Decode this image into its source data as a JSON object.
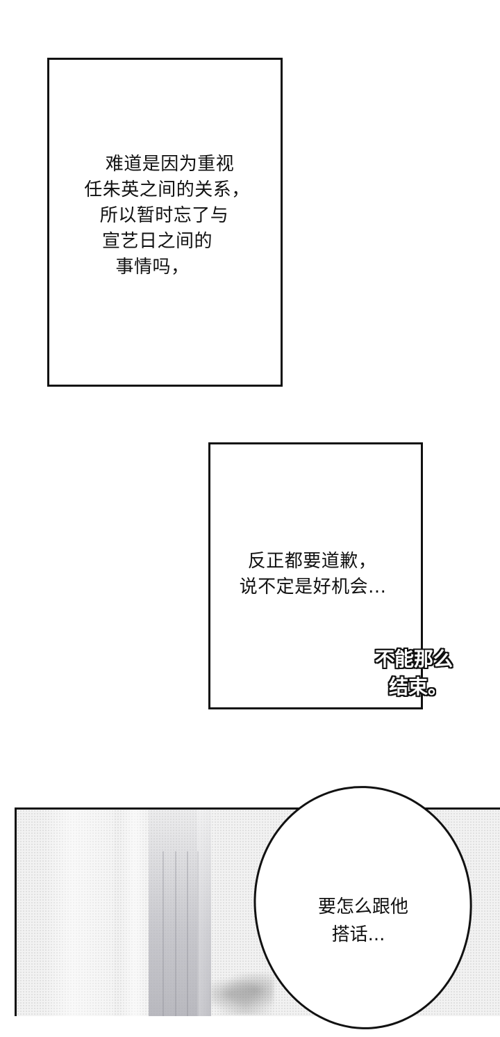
{
  "page": {
    "type": "webtoon-strip",
    "background_color": "#ffffff",
    "panel_border_color": "#111111"
  },
  "panels": [
    {
      "id": "panel-1",
      "kind": "narration-box",
      "lines": [
        "难道是因为重视",
        "任朱英之间的关系，",
        "所以暂时忘了与",
        "宣艺日之间的",
        "事情吗，"
      ]
    },
    {
      "id": "panel-2",
      "kind": "narration-box",
      "lines": [
        "反正都要道歉，",
        "说不定是好机会..."
      ]
    },
    {
      "id": "panel-3",
      "kind": "illustration",
      "scene": "sheer-curtains-halftone",
      "tone_color": "#f2f2f2"
    }
  ],
  "caption": {
    "style": "outlined-white",
    "lines": [
      "不能那么",
      "结束。"
    ]
  },
  "speech_bubble": {
    "shape": "ellipse",
    "lines": [
      "要怎么跟他",
      "搭话..."
    ]
  }
}
